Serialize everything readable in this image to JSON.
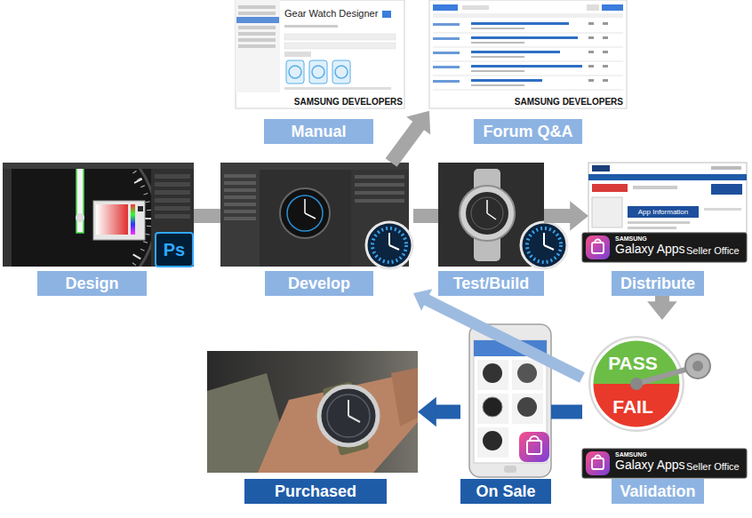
{
  "diagram": {
    "nodes": [
      {
        "text": [
          "Manual"
        ]
      },
      {
        "text": [
          "Forum Q&A"
        ]
      },
      {
        "text": [
          "Design"
        ]
      },
      {
        "text": [
          "Develop"
        ]
      },
      {
        "text": [
          "Test/Build"
        ]
      },
      {
        "text": [
          "Distribute"
        ]
      },
      {
        "text": [
          "Purchased"
        ]
      },
      {
        "text": [
          "On Sale"
        ]
      },
      {
        "text": [
          "Validation"
        ]
      }
    ],
    "edges": [
      {
        "from": 2,
        "to": 3,
        "arrow": "none"
      },
      {
        "from": 3,
        "to": 4,
        "arrow": "none"
      },
      {
        "from": 4,
        "to": 5,
        "arrow": "to"
      },
      {
        "from": 3,
        "to": 1,
        "arrow": "to"
      },
      {
        "from": 5,
        "to": 8,
        "arrow": "to"
      },
      {
        "from": 8,
        "to": 7,
        "arrow": "none"
      },
      {
        "from": 7,
        "to": 6,
        "arrow": "to"
      },
      {
        "from": 8,
        "to": 3,
        "arrow": "to"
      }
    ],
    "labels": [
      "Ps",
      "App Information",
      "SAMSUNG",
      "Galaxy Apps",
      "Seller Office",
      "PASS",
      "FAIL",
      "SAMSUNG",
      "Galaxy Apps",
      "Seller Office",
      "Gear Watch Designer",
      "SAMSUNG DEVELOPERS",
      "SAMSUNG DEVELOPERS"
    ]
  }
}
